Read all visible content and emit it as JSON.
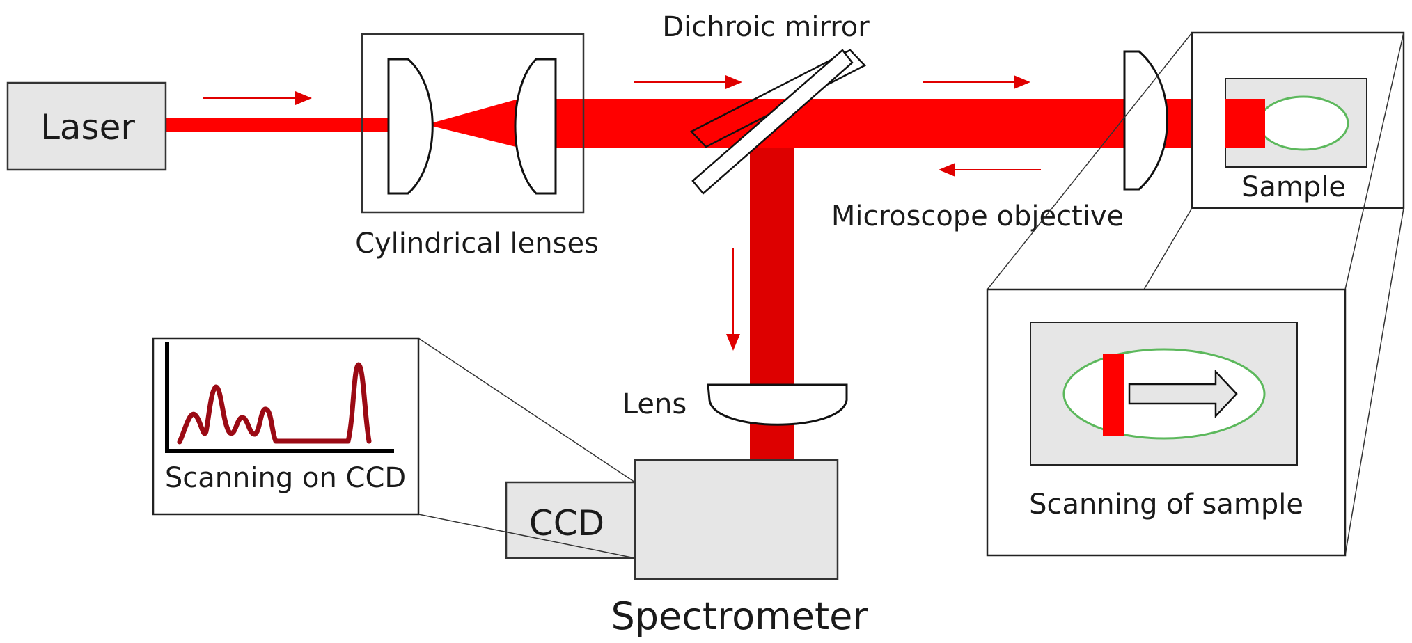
{
  "labels": {
    "laser": "Laser",
    "cylindrical_lenses": "Cylindrical lenses",
    "dichroic_mirror": "Dichroic mirror",
    "microscope_objective": "Microscope objective",
    "sample": "Sample",
    "lens": "Lens",
    "ccd": "CCD",
    "spectrometer": "Spectrometer",
    "scanning_on_ccd": "Scanning on CCD",
    "scanning_of_sample": "Scanning of sample"
  },
  "colors": {
    "beam": "#ff0000",
    "beam_return": "#dd0000",
    "box_fill": "#e6e6e6",
    "sample_outline": "#5cb85c",
    "spectrum": "#9b0a14",
    "arrow": "#e00000"
  },
  "icons": {
    "direction_arrows": "arrow-icon",
    "scan_arrow": "hollow-arrow-right-icon"
  }
}
